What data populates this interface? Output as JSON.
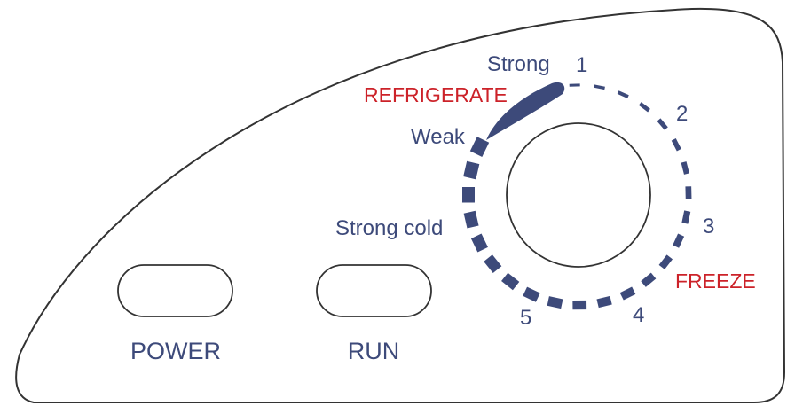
{
  "dial": {
    "label_strong": "Strong",
    "label_weak": "Weak",
    "label_refrigerate": "REFRIGERATE",
    "label_strong_cold": "Strong cold",
    "label_freeze": "FREEZE",
    "positions": [
      "1",
      "2",
      "3",
      "4",
      "5"
    ]
  },
  "buttons": {
    "power_label": "POWER",
    "run_label": "RUN"
  },
  "colors": {
    "navy": "#3d4a7a",
    "red": "#cc2229",
    "outline": "#333333"
  }
}
